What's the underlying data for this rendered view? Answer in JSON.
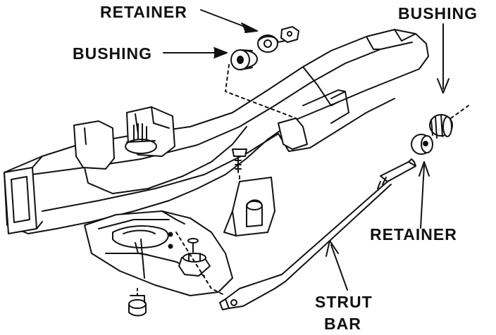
{
  "labels": {
    "retainer_top": "RETAINER",
    "bushing_left": "BUSHING",
    "bushing_right": "BUSHING",
    "retainer_right": "RETAINER",
    "strut_line1": "STRUT",
    "strut_line2": "BAR"
  },
  "colors": {
    "ink": "#111111",
    "paper": "#ffffff"
  }
}
